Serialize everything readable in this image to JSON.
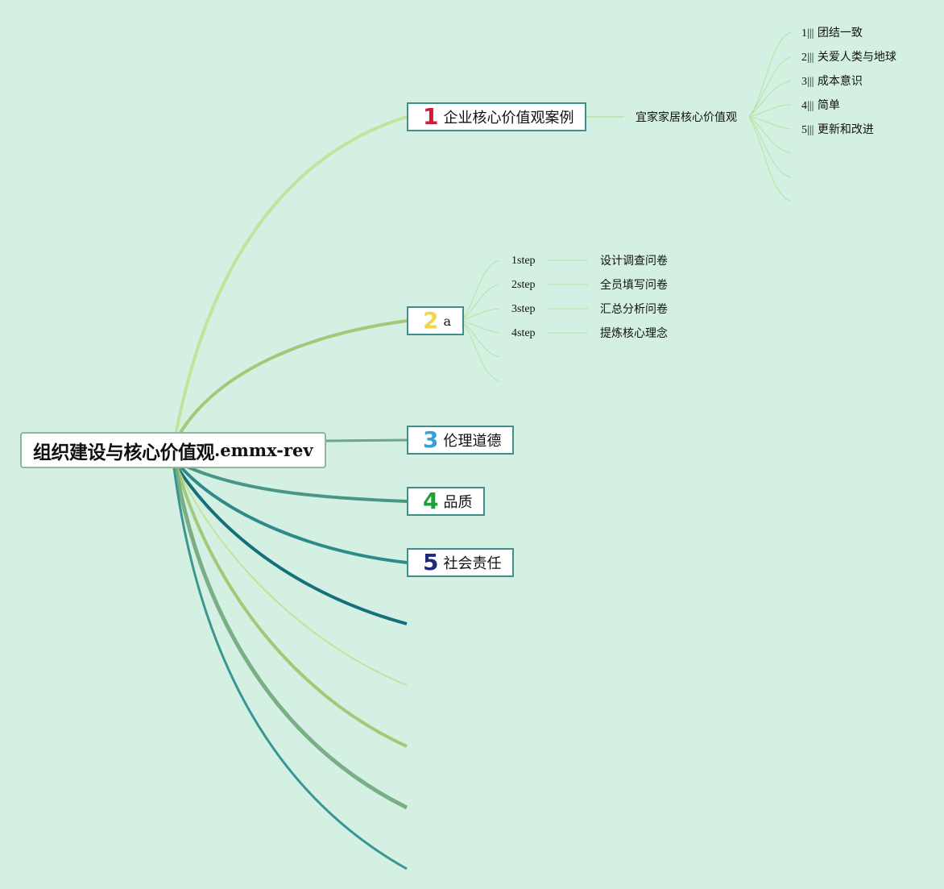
{
  "root": {
    "title": "组织建设与核心价值观",
    "suffix": ".emmx-rev"
  },
  "topics": [
    {
      "number": "1",
      "label": "企业核心价值观案例",
      "color": "#d6183b"
    },
    {
      "number": "2",
      "label": "a",
      "color": "#f3d54a"
    },
    {
      "number": "3",
      "label": "伦理道德",
      "color": "#3a9fd8"
    },
    {
      "number": "4",
      "label": "品质",
      "color": "#22a03a"
    },
    {
      "number": "5",
      "label": "社会责任",
      "color": "#1f2a7a"
    }
  ],
  "case": {
    "label": "宜家家居核心价值观",
    "items": [
      {
        "num": "1|||",
        "text": "团结一致"
      },
      {
        "num": "2|||",
        "text": "关爱人类与地球"
      },
      {
        "num": "3|||",
        "text": "成本意识"
      },
      {
        "num": "4|||",
        "text": "简单"
      },
      {
        "num": "5|||",
        "text": "更新和改进"
      }
    ]
  },
  "steps": [
    {
      "step": "1step",
      "text": "设计调查问卷"
    },
    {
      "step": "2step",
      "text": "全员填写问卷"
    },
    {
      "step": "3step",
      "text": "汇总分析问卷"
    },
    {
      "step": "4step",
      "text": "提炼核心理念"
    }
  ],
  "colors": {
    "background": "#d4f0e3",
    "branch_light": "#c2e39c",
    "branch_mid": "#a3c878",
    "branch_teal": "#3f8f8a",
    "branch_dark": "#16707a",
    "twig": "#b9e2a0"
  }
}
